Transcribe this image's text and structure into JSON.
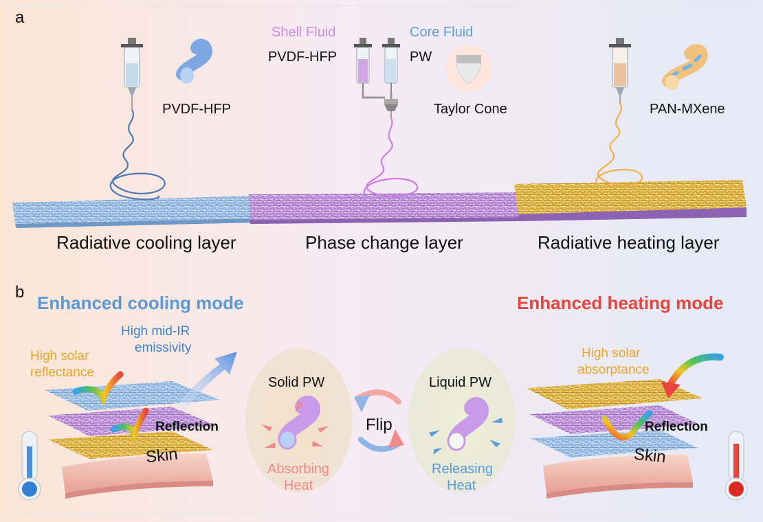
{
  "panel_a": {
    "letter": "a",
    "shell_fluid": "Shell Fluid",
    "core_fluid": "Core Fluid",
    "pvdf_hfp_left": "PVDF-HFP",
    "pvdf_hfp_center": "PVDF-HFP",
    "pw": "PW",
    "taylor_cone": "Taylor Cone",
    "pan_mxene": "PAN-MXene",
    "layers": [
      "Radiative cooling layer",
      "Phase change layer",
      "Radiative heating layer"
    ]
  },
  "panel_b": {
    "letter": "b",
    "cooling_title": "Enhanced cooling mode",
    "heating_title": "Enhanced heating mode",
    "high_solar_reflectance": [
      "High solar",
      "reflectance"
    ],
    "high_midir": [
      "High mid-IR",
      "emissivity"
    ],
    "reflection_left": "Reflection",
    "skin_left": "Skin",
    "solid_pw": "Solid PW",
    "absorbing_heat": [
      "Absorbing",
      "Heat"
    ],
    "flip": "Flip",
    "liquid_pw": "Liquid PW",
    "releasing_heat": [
      "Releasing",
      "Heat"
    ],
    "high_solar_absorptance": [
      "High solar",
      "absorptance"
    ],
    "reflection_right": "Reflection",
    "skin_right": "Skin"
  },
  "colors": {
    "cooling_blue": "#5b9bd5",
    "heating_red": "#e8453c",
    "shell_purple": "#c98de8",
    "core_blue": "#5c9fd8",
    "label_yellow": "#e8a62a",
    "absorb_pink": "#f08a8a",
    "release_blue": "#5a9bd8"
  }
}
